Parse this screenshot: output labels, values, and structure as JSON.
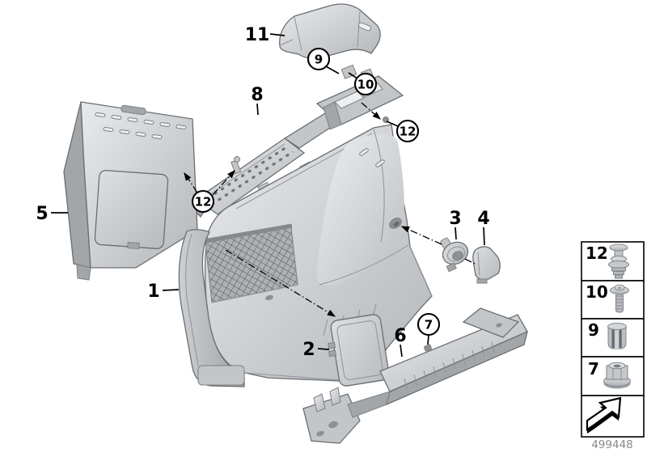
{
  "figure": {
    "code": "499448"
  },
  "callouts": {
    "p1": "1",
    "p2": "2",
    "p3": "3",
    "p4": "4",
    "p5": "5",
    "p6": "6",
    "p7": "7",
    "p8": "8",
    "p9": "9",
    "p10": "10",
    "p11": "11",
    "p12_left": "12",
    "p12_right": "12"
  },
  "legend": {
    "items": [
      {
        "label": "12",
        "icon": "expanding-rivet-icon"
      },
      {
        "label": "10",
        "icon": "self-tapping-screw-icon"
      },
      {
        "label": "9",
        "icon": "expansion-nut-icon"
      },
      {
        "label": "7",
        "icon": "plastic-nut-icon"
      }
    ],
    "direction_icon": "direction-arrow-icon"
  },
  "colors": {
    "background": "#ffffff",
    "part_fill_light": "#e6e8ea",
    "part_fill_mid": "#c3c6c9",
    "part_fill_dark": "#a2a6a9",
    "outline": "#6b6e72",
    "callout": "#000000",
    "code_text": "#8a8a8a"
  }
}
